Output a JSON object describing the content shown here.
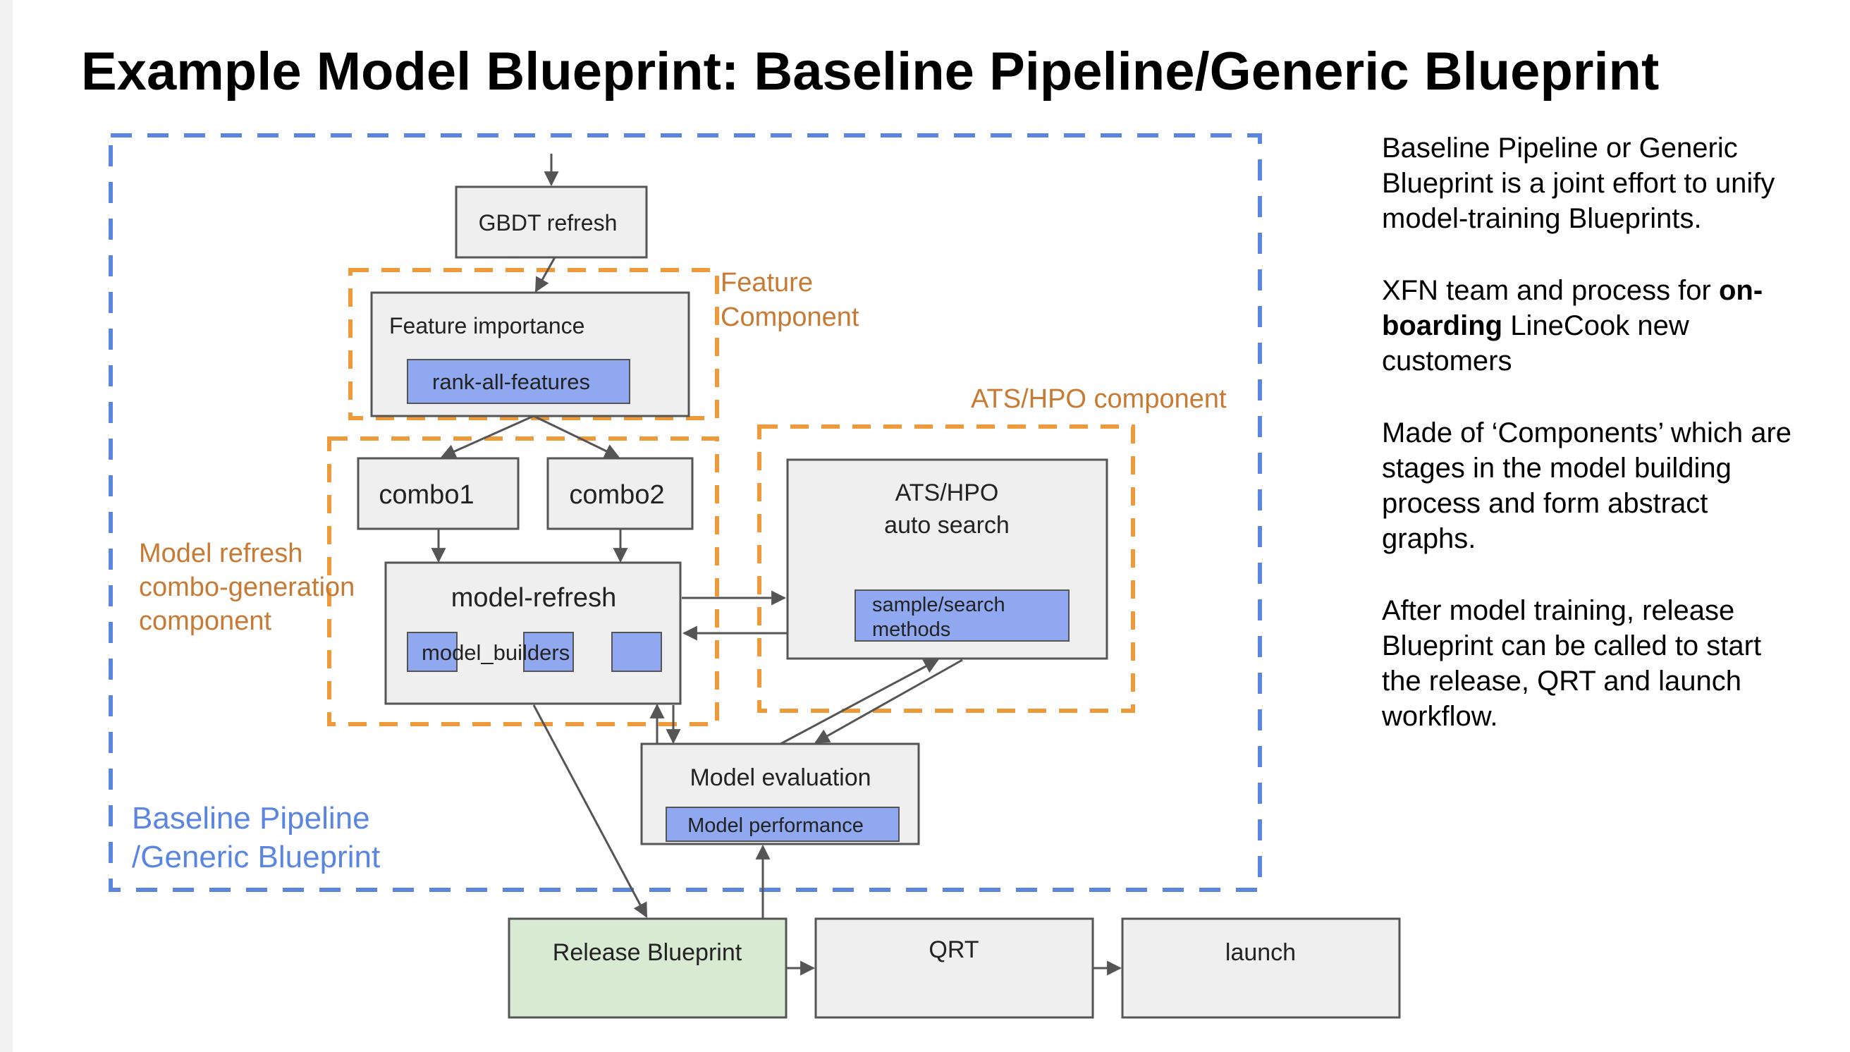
{
  "title": "Example Model Blueprint: Baseline Pipeline/Generic Blueprint",
  "colors": {
    "outer_dash": "#5b86e0",
    "orange_dash": "#ee9a3a",
    "orange_text": "#c77a33",
    "blue_text": "#5b86e0",
    "box_fill": "#efefef",
    "box_stroke": "#555555",
    "inner_blue": "#90a8f0",
    "release_green": "#d9ead3"
  },
  "diagram": {
    "gbdt_refresh": "GBDT refresh",
    "feature_importance": "Feature importance",
    "rank_all_features": "rank-all-features",
    "feature_component_line1": "Feature",
    "feature_component_line2": "Component",
    "combo1": "combo1",
    "combo2": "combo2",
    "model_refresh": "model-refresh",
    "model_builders": "model_builders",
    "model_refresh_component_line1": "Model refresh",
    "model_refresh_component_line2": "combo-generation",
    "model_refresh_component_line3": "component",
    "ats_hpo_component": "ATS/HPO component",
    "ats_hpo_line1": "ATS/HPO",
    "ats_hpo_line2": "auto search",
    "sample_search_line1": "sample/search",
    "sample_search_line2": "methods",
    "model_evaluation": "Model evaluation",
    "model_performance": "Model performance",
    "baseline_line1": "Baseline Pipeline",
    "baseline_line2": "/Generic Blueprint",
    "release_blueprint": "Release Blueprint",
    "qrt": "QRT",
    "launch": "launch"
  },
  "notes": {
    "p1": "Baseline Pipeline or Generic Blueprint is a joint effort to unify model-training Blueprints.",
    "p2_pre": "XFN team and process for",
    "p2_bold": "on-boarding",
    "p2_post": "LineCook new customers",
    "p3": "Made of ‘Components’ which are stages in the model building process and form abstract graphs.",
    "p4": "After model training, release Blueprint can be called to start the release, QRT and launch workflow."
  }
}
